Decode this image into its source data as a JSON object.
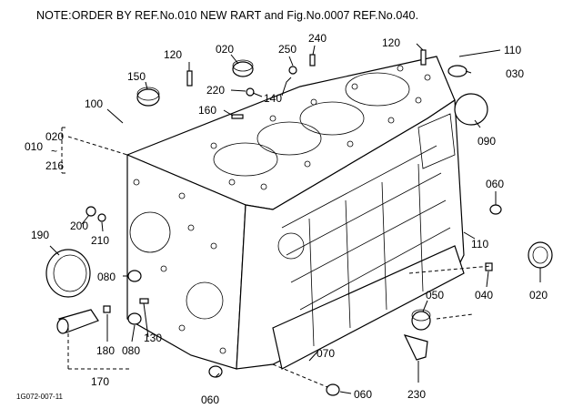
{
  "note": "NOTE:ORDER BY REF.No.010  NEW RART and Fig.No.0007  REF.No.040.",
  "figure_code": "1G072-007-11",
  "labels": {
    "r120a": "120",
    "r020a": "020",
    "r250": "250",
    "r240": "240",
    "r120b": "120",
    "r110a": "110",
    "r030": "030",
    "r150": "150",
    "r220": "220",
    "r140": "140",
    "r100": "100",
    "r160": "160",
    "r090": "090",
    "r010": "010",
    "r020b": "020",
    "r216": "216",
    "r060a": "060",
    "r200": "200",
    "r210": "210",
    "r190": "190",
    "r110b": "110",
    "r080a": "080",
    "r020c": "020",
    "r040": "040",
    "r050": "050",
    "r080b": "080",
    "r130": "130",
    "r180": "180",
    "r070": "070",
    "r170": "170",
    "r060b": "060",
    "r060c": "060",
    "r230": "230"
  }
}
